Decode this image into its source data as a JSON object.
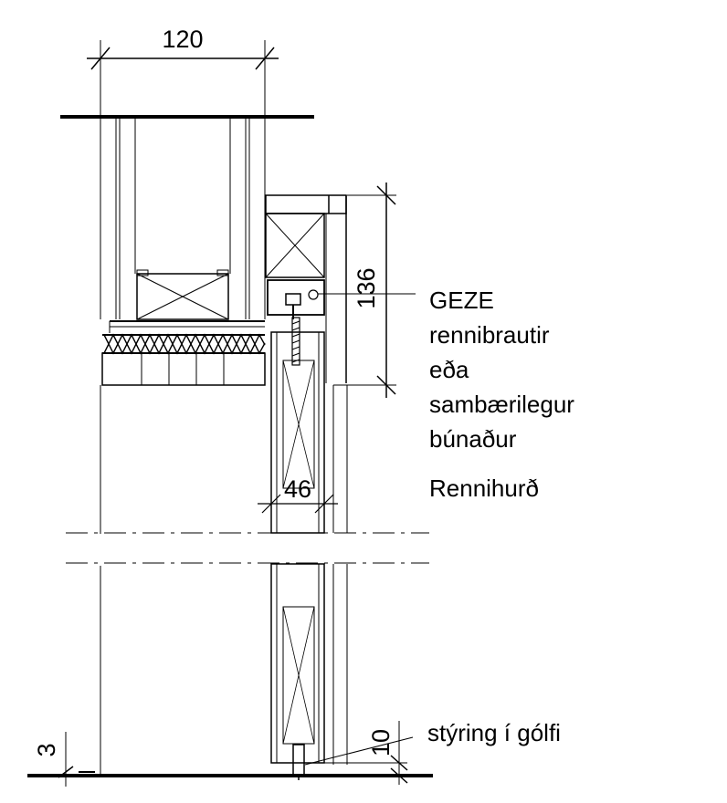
{
  "dimensions": {
    "top_width": "120",
    "track_height": "136",
    "door_thickness": "46",
    "floor_gap": "3",
    "floor_guide": "10"
  },
  "labels": {
    "geze_line1": "GEZE",
    "geze_line2": "rennibrautir",
    "geze_line3": "eða",
    "geze_line4": "sambærilegur",
    "geze_line5": "búnaður",
    "door": "Rennihurð",
    "floor_guide": "stýring í gólfi"
  }
}
